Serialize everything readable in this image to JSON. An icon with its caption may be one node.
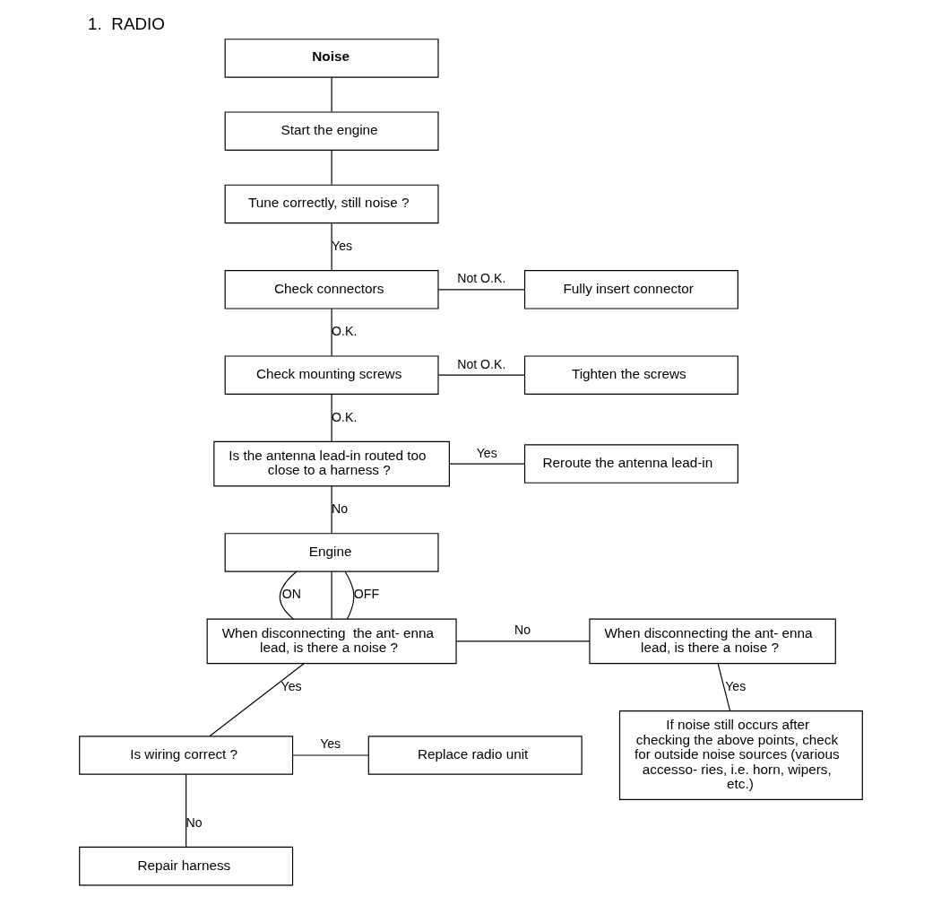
{
  "diagram": {
    "title": "1.  RADIO",
    "nodes": [
      {
        "text": [
          "Noise"
        ]
      },
      {
        "text": [
          "Start the engine"
        ]
      },
      {
        "text": [
          "Tune correctly, still noise ?"
        ]
      },
      {
        "text": [
          "Check connectors"
        ]
      },
      {
        "text": [
          "Fully insert connector"
        ]
      },
      {
        "text": [
          "Check mounting screws"
        ]
      },
      {
        "text": [
          "Tighten the screws"
        ]
      },
      {
        "text": [
          "Is the antenna lead-in routed too close to a harness ?"
        ]
      },
      {
        "text": [
          "Reroute the antenna lead-in"
        ]
      },
      {
        "text": [
          "Engine"
        ]
      },
      {
        "text": [
          "When disconnecting  the ant- enna lead, is there a noise ?"
        ]
      },
      {
        "text": [
          "When disconnecting the ant- enna lead, is there a noise ?"
        ]
      },
      {
        "text": [
          "If noise still occurs after checking the above points, check for outside noise sources (various accesso- ries, i.e. horn, wipers, etc.)"
        ]
      },
      {
        "text": [
          "Is wiring correct ?"
        ]
      },
      {
        "text": [
          "Replace radio unit"
        ]
      },
      {
        "text": [
          "Repair harness"
        ]
      }
    ],
    "edges": [
      {
        "from": 0,
        "to": 1,
        "arrow": "none"
      },
      {
        "from": 1,
        "to": 2,
        "arrow": "none"
      },
      {
        "from": 2,
        "to": 3,
        "arrow": "none",
        "label": "Yes"
      },
      {
        "from": 3,
        "to": 4,
        "arrow": "none",
        "label": "Not O.K."
      },
      {
        "from": 3,
        "to": 5,
        "arrow": "none",
        "label": "O.K."
      },
      {
        "from": 5,
        "to": 6,
        "arrow": "none",
        "label": "Not O.K."
      },
      {
        "from": 5,
        "to": 7,
        "arrow": "none",
        "label": "O.K."
      },
      {
        "from": 7,
        "to": 8,
        "arrow": "none",
        "label": "Yes"
      },
      {
        "from": 7,
        "to": 9,
        "arrow": "none",
        "label": "No"
      },
      {
        "from": 9,
        "to": 10,
        "arrow": "none",
        "label": "ON"
      },
      {
        "from": 9,
        "to": 10,
        "arrow": "none"
      },
      {
        "from": 9,
        "to": 10,
        "arrow": "none",
        "label": "OFF"
      },
      {
        "from": 10,
        "to": 11,
        "arrow": "none",
        "label": "No"
      },
      {
        "from": 11,
        "to": 12,
        "arrow": "none",
        "label": "Yes"
      },
      {
        "from": 10,
        "to": 13,
        "arrow": "none",
        "label": "Yes"
      },
      {
        "from": 13,
        "to": 14,
        "arrow": "none",
        "label": "Yes"
      },
      {
        "from": 13,
        "to": 15,
        "arrow": "none",
        "label": "No"
      }
    ]
  }
}
